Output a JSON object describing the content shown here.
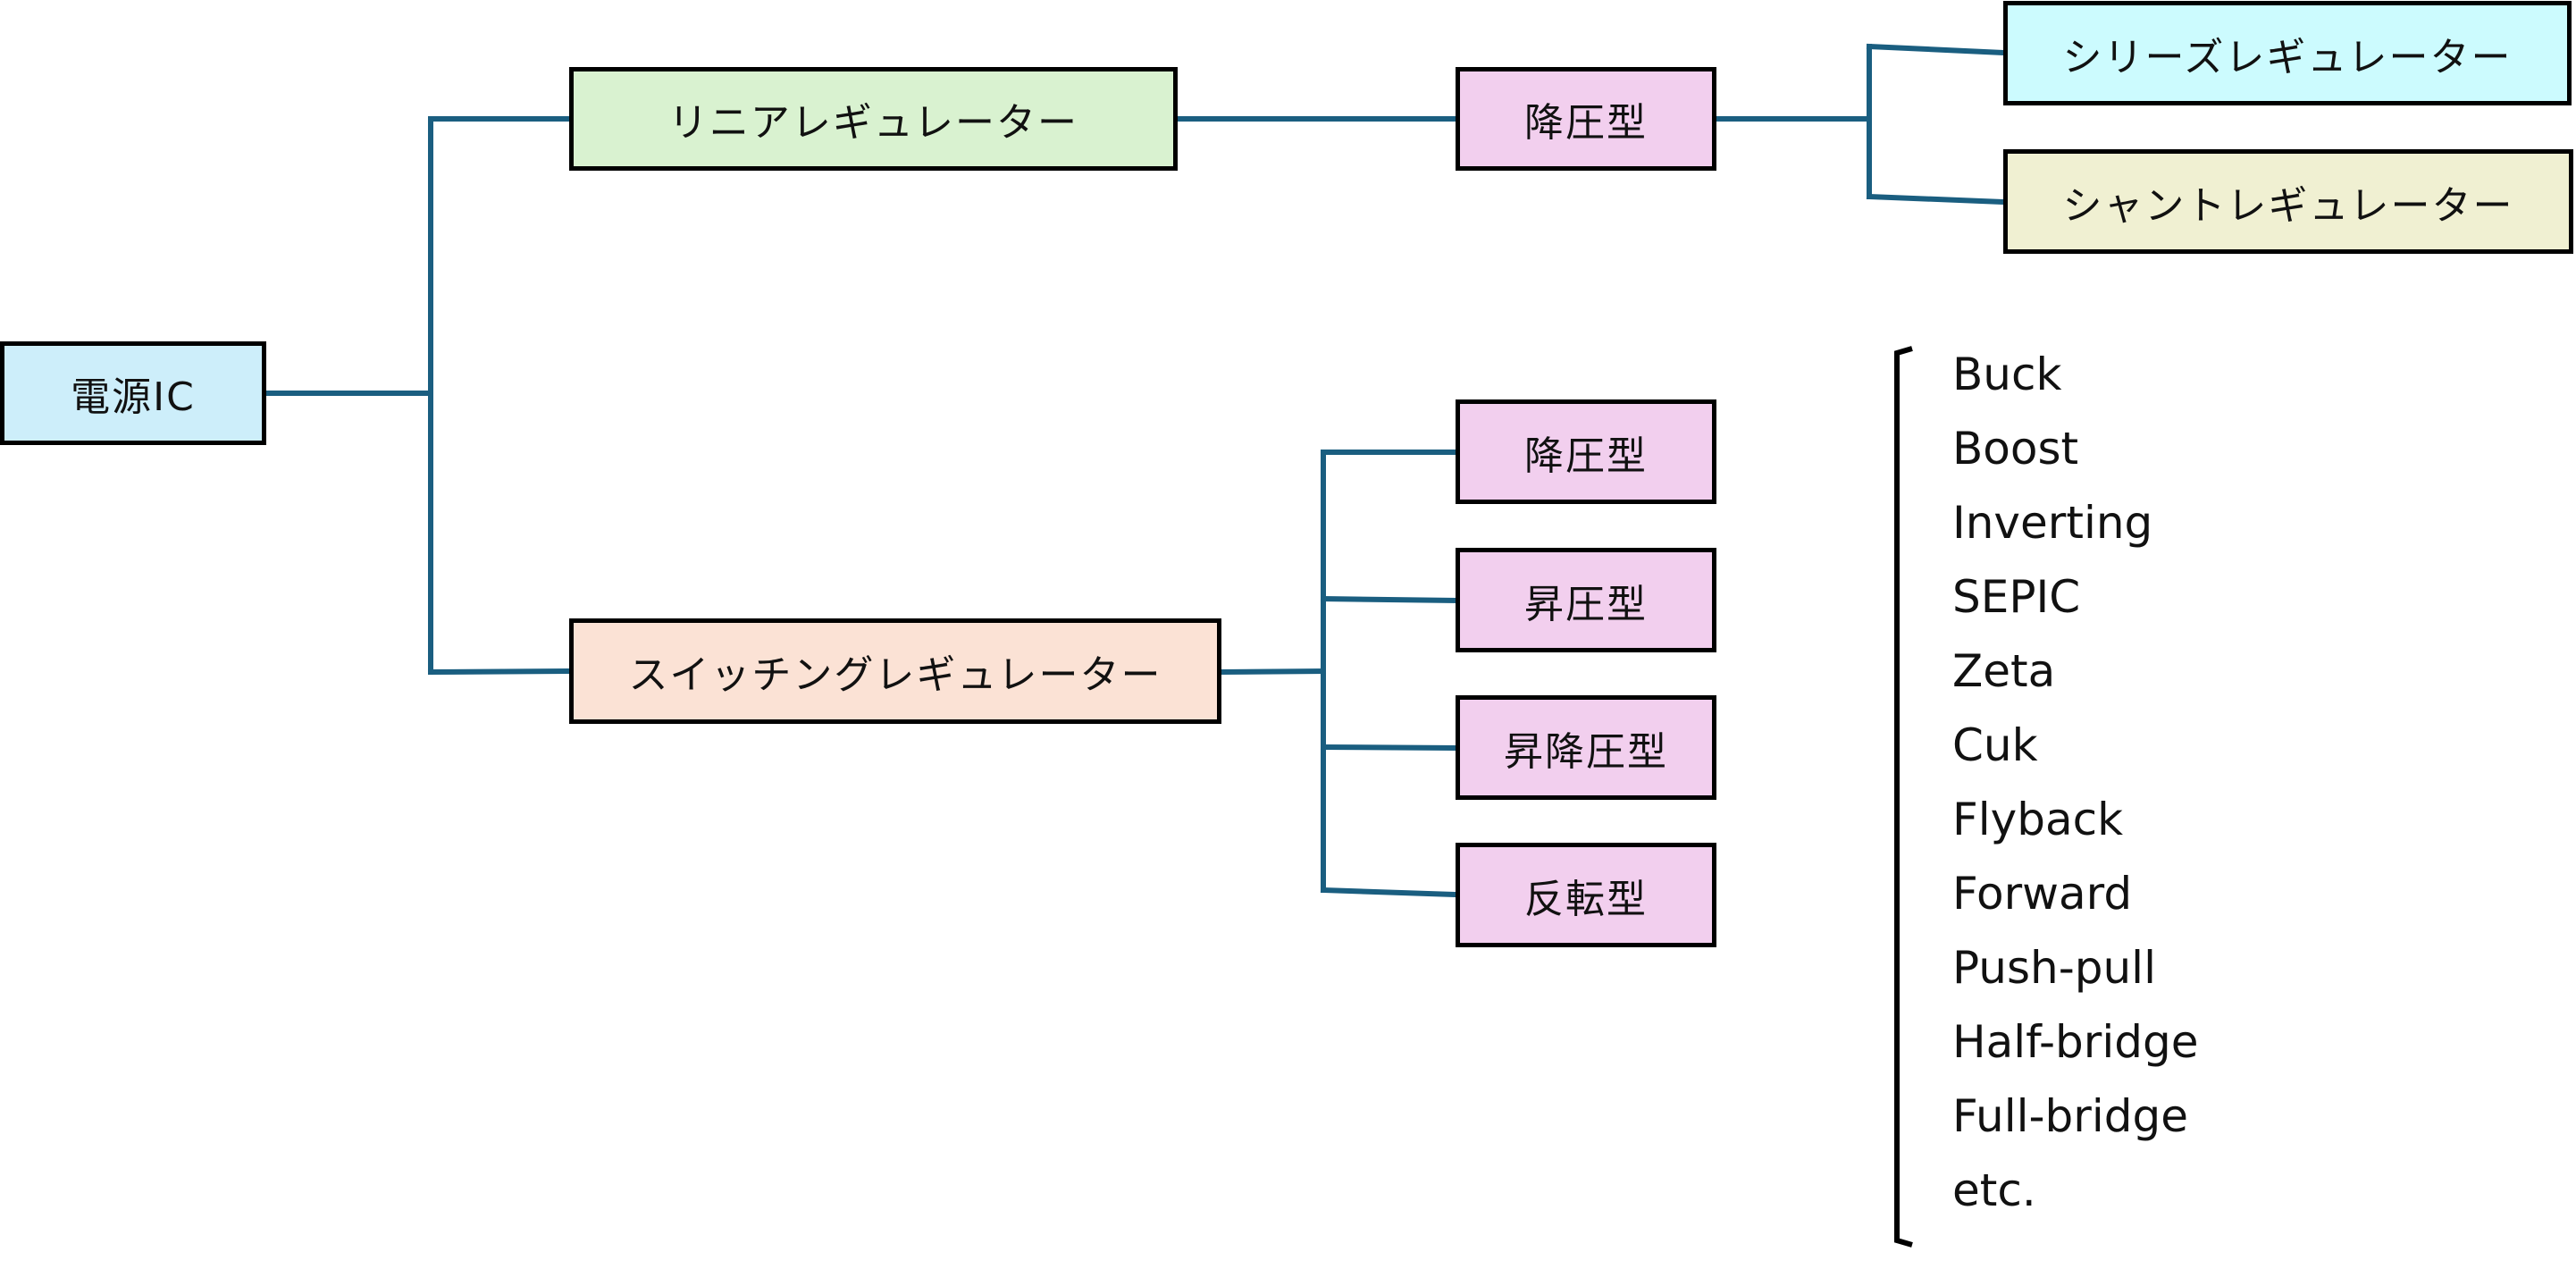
{
  "colors": {
    "connector": "#1a5e80",
    "root_fill": "#cdeefa",
    "linear_fill": "#d9f2d0",
    "switching_fill": "#fbe2d5",
    "type_fill": "#f2cfee",
    "series_fill": "#ccfbfe",
    "shunt_fill": "#f0f0d2",
    "border": "#000000"
  },
  "root": {
    "label": "電源IC"
  },
  "linear": {
    "label": "リニアレギュレーター",
    "type_label": "降圧型",
    "children": [
      {
        "label": "シリーズレギュレーター"
      },
      {
        "label": "シャントレギュレーター"
      }
    ]
  },
  "switching": {
    "label": "スイッチングレギュレーター",
    "types": [
      {
        "label": "降圧型"
      },
      {
        "label": "昇圧型"
      },
      {
        "label": "昇降圧型"
      },
      {
        "label": "反転型"
      }
    ],
    "topologies": [
      "Buck",
      "Boost",
      "Inverting",
      "SEPIC",
      "Zeta",
      "Cuk",
      "Flyback",
      "Forward",
      "Push-pull",
      "Half-bridge",
      "Full-bridge",
      "etc."
    ]
  }
}
